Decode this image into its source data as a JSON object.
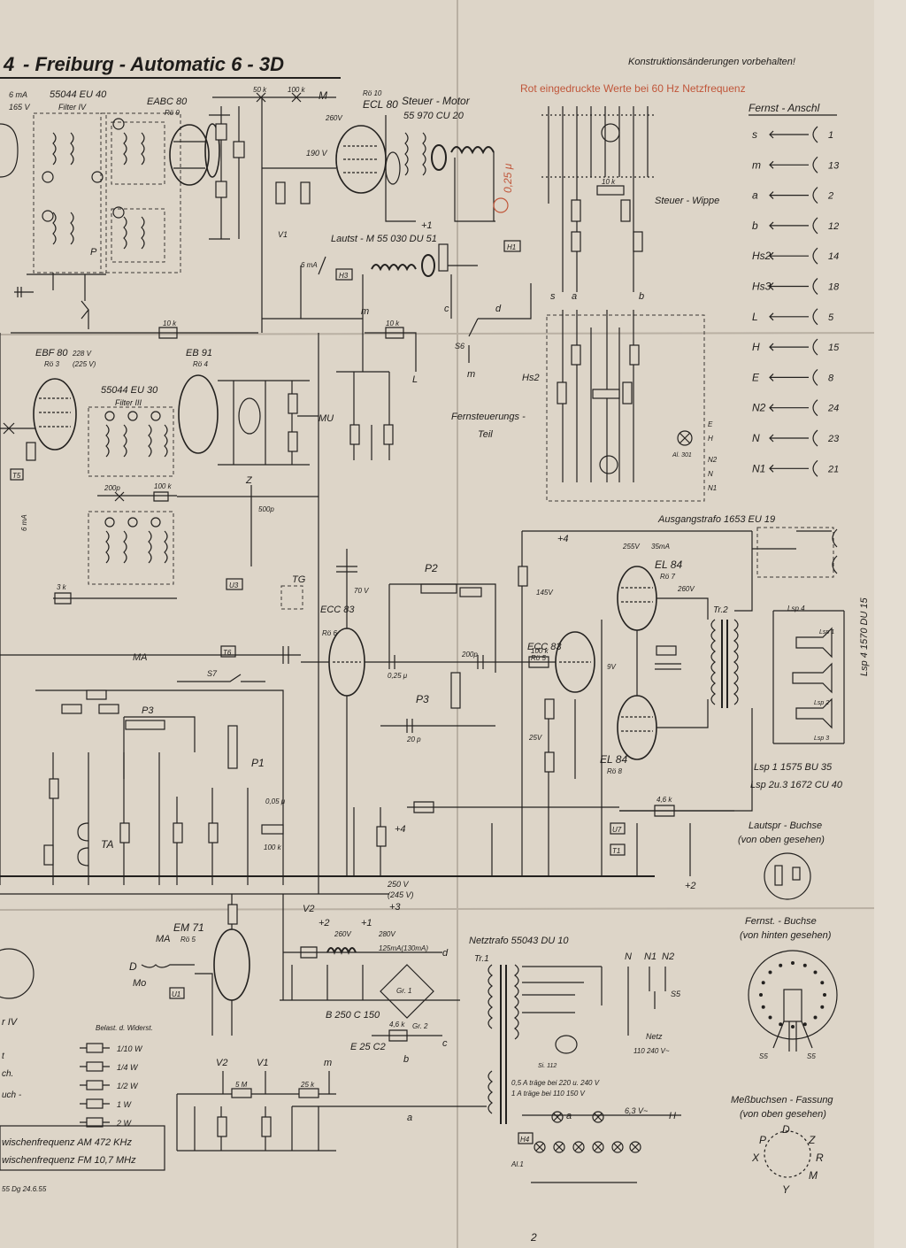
{
  "title": "- Freiburg - Automatic 6 - 3D",
  "header_note": "Konstruktionsänderungen vorbehalten!",
  "red_note": "Rot eingedruckte Werte bei 60 Hz Netzfrequenz",
  "fernst_anschl": {
    "heading": "Fernst - Anschl",
    "rows": [
      {
        "label": "s",
        "pin": "1"
      },
      {
        "label": "m",
        "pin": "13"
      },
      {
        "label": "a",
        "pin": "2"
      },
      {
        "label": "b",
        "pin": "12"
      },
      {
        "label": "Hs2",
        "pin": "14"
      },
      {
        "label": "Hs3",
        "pin": "18"
      },
      {
        "label": "L",
        "pin": "5"
      },
      {
        "label": "H",
        "pin": "15"
      },
      {
        "label": "E",
        "pin": "8"
      },
      {
        "label": "N2",
        "pin": "24"
      },
      {
        "label": "N",
        "pin": "23"
      },
      {
        "label": "N1",
        "pin": "21"
      }
    ]
  },
  "tubes": {
    "eabc80": {
      "name": "EABC 80",
      "ro": "Rö 9"
    },
    "ecl80": {
      "name": "ECL 80",
      "ro": "Rö 10"
    },
    "ebf80": {
      "name": "EBF 80",
      "ro": "Rö 3"
    },
    "eb91": {
      "name": "EB 91",
      "ro": "Rö 4"
    },
    "ecc83a": {
      "name": "ECC 83",
      "ro": "Rö 6"
    },
    "ecc83b": {
      "name": "ECC 83",
      "ro": "Rö 5"
    },
    "el84a": {
      "name": "EL 84",
      "ro": "Rö 7"
    },
    "el84b": {
      "name": "EL 84",
      "ro": "Rö 8"
    },
    "em71": {
      "name": "EM 71",
      "ro": "Rö 5"
    }
  },
  "filters": {
    "f4": {
      "code": "55044 EU 40",
      "name": "Filter IV"
    },
    "f3": {
      "code": "55044 EU 30",
      "name": "Filter III"
    }
  },
  "labels": {
    "steuer_motor": "Steuer - Motor",
    "steuer_motor_code": "55 970 CU 20",
    "lautst_motor": "Lautst - M 55 030 DU 51",
    "steuer_wippe": "Steuer - Wippe",
    "fernsteuerungs": "Fernsteuerungs -",
    "teil": "Teil",
    "ausgangstrafo": "Ausgangstrafo 1653 EU 19",
    "netztrafo": "Netztrafo 55043 DU 10",
    "lsp1": "Lsp 1 1575 BU 35",
    "lsp23": "Lsp 2u.3 1672 CU 40",
    "lsp4": "Lsp 4 1570 DU 15",
    "lautspr_buchse": "Lautspr - Buchse",
    "von_oben": "(von oben gesehen)",
    "fernst_buchse": "Fernst. - Buchse",
    "von_hinten": "(von hinten gesehen)",
    "messbuchsen": "Meßbuchsen - Fassung",
    "von_oben2": "(von oben gesehen)",
    "b250": "B 250 C 150",
    "e25": "E 25 C2",
    "netz": "Netz",
    "netz_v": "110  240 V~",
    "fuse1": "0,5 A träge bei 220 u. 240 V",
    "fuse2": "1 A träge bei 110 150 V",
    "v63": "6,3 V~",
    "zf_am": "wischenfrequenz AM  472 KHz",
    "zf_fm": "wischenfrequenz FM  10,7 MHz",
    "belast": "Belast. d. Widerst.",
    "w110": "1/10 W",
    "w14": "1/4 W",
    "w12": "1/2 W",
    "w1": "1  W",
    "w2": "2  W",
    "date": "55 Dg 24.6.55",
    "page_mark": "2"
  },
  "values": {
    "v165": "165 V",
    "ma6": "6 mA",
    "v190": "190 V",
    "v260": "260V",
    "v228": "228 V",
    "v225": "(225 V)",
    "v255": "255V",
    "ma35": "35mA",
    "v145": "145V",
    "v25": "25V",
    "v9": "9V",
    "v250": "250 V",
    "v245": "(245 V)",
    "v70": "70 V",
    "ma125": "125mA(130mA)",
    "v260b": "260V",
    "v280": "280V",
    "c025": "0,25 μ",
    "c05": "0,05 μ",
    "c20p": "20 p",
    "c200p": "200p",
    "c500p": "500p",
    "r100k": "100 k",
    "r50k": "50 k",
    "r10k": "10 k",
    "r3k": "3 k",
    "r46k": "4,6 k",
    "r25k": "25 k",
    "r5m": "5 M"
  },
  "pins": {
    "P": "P",
    "D": "D",
    "Z": "Z",
    "X": "X",
    "R": "R",
    "M": "M",
    "Y": "Y",
    "s": "s",
    "a": "a",
    "b": "b",
    "c": "c",
    "d": "d",
    "m": "m",
    "L": "L",
    "H": "H",
    "E": "E",
    "N": "N",
    "N1": "N1",
    "N2": "N2",
    "Hs2": "Hs2",
    "plus1": "+1",
    "plus2": "+2",
    "plus3": "+3",
    "plus4": "+4",
    "V1": "V1",
    "V2": "V2",
    "MA": "MA",
    "MU": "MU",
    "Mo": "Mo",
    "TA": "TA",
    "TG": "TG",
    "P1": "P1",
    "P2": "P2",
    "P3": "P3",
    "S5": "S5",
    "S6": "S6",
    "S7": "S7",
    "Tr1": "Tr.1",
    "Tr2": "Tr.2",
    "U1": "U1",
    "U3": "U3",
    "U7": "U7",
    "T1": "T1",
    "T5": "T5",
    "T6": "T6",
    "H1": "H1",
    "H3": "H3",
    "H4": "H4",
    "Gr1": "Gr. 1",
    "Gr2": "Gr. 2",
    "Al1": "Al.1",
    "Al301": "Al. 301",
    "IV": "r IV"
  }
}
